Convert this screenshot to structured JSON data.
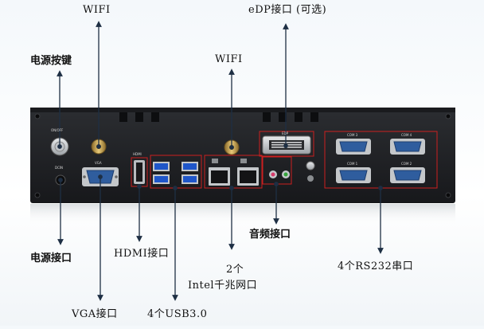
{
  "labels": {
    "wifi_left": "WIFI",
    "wifi_mid": "WIFI",
    "edp": "eDP接口 (可选)",
    "power_button": "电源按键",
    "power_port": "电源接口",
    "hdmi": "HDMI接口",
    "audio": "音频接口",
    "lan_line1": "2个",
    "lan_line2": "Intel千兆网口",
    "rs232": "4个RS232串口",
    "vga": "VGA接口",
    "usb": "4个USB3.0"
  },
  "panel_text": {
    "on_off": "ON/OFF",
    "dcin": "DCIN",
    "vga": "VGA",
    "hdmi": "HDMI",
    "edp": "EDP",
    "com3": "COM 3",
    "com4": "COM 4",
    "com1": "COM 1",
    "com2": "COM 2"
  },
  "colors": {
    "chassis": "#202226",
    "highlight": "#cc1f1f",
    "arrow": "#1e2f44",
    "port_blue": "#2f5d9e",
    "usb_blue": "#1f56c9"
  }
}
